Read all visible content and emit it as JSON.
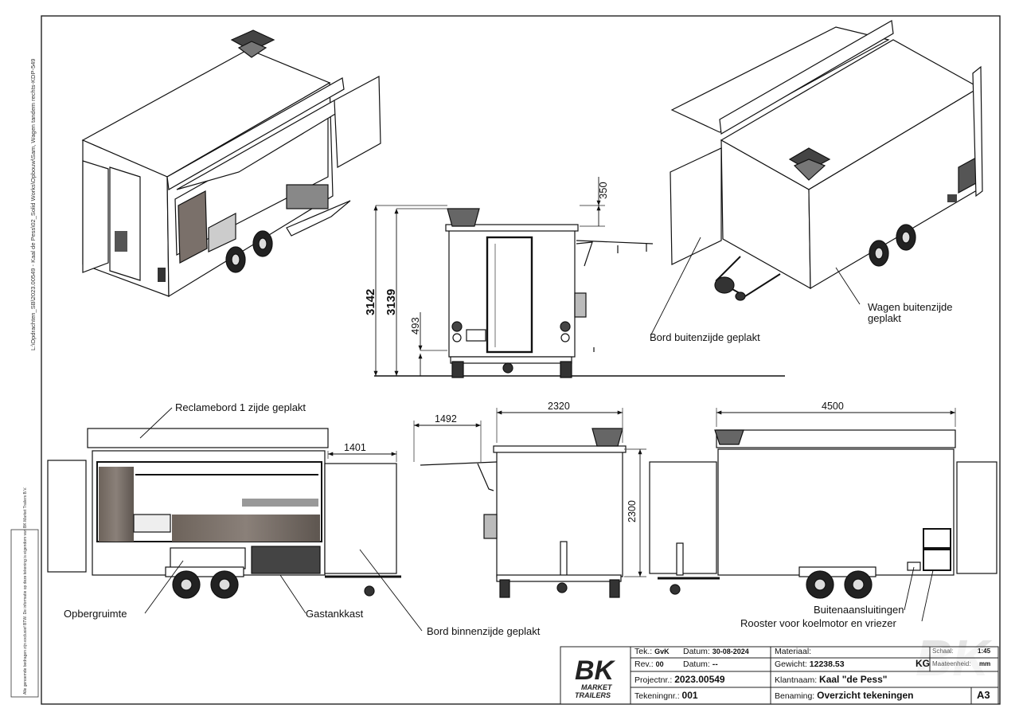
{
  "side_note": "L:\\Opdrachten_SB\\2023.00549 - Kaal de Pess\\02_Solid Works\\Opbouw\\Sam, Wagen tandem rechts-KDP-549",
  "disclaimer": "Alle genoemde bedragen zijn exclusief BTW. De informatie op deze tekening is eigendom van BK Market Trailers B.V.",
  "dimensions": {
    "d350": "350",
    "d3142": "3142",
    "d3139": "3139",
    "d493": "493",
    "d1401": "1401",
    "d1492": "1492",
    "d2320": "2320",
    "d2300": "2300",
    "d4500": "4500"
  },
  "callouts": {
    "reclamebord": "Reclamebord 1 zijde geplakt",
    "opbergruimte": "Opbergruimte",
    "gastankkast": "Gastankkast",
    "bord_binnen": "Bord binnenzijde geplakt",
    "bord_buiten": "Bord buitenzijde geplakt",
    "wagen_buiten_1": "Wagen buitenzijde",
    "wagen_buiten_2": "geplakt",
    "buitenaansluitingen": "Buitenaansluitingen",
    "rooster": "Rooster voor koelmotor en vriezer"
  },
  "title_block": {
    "logo_letters": "BK",
    "logo_line1": "MARKET",
    "logo_line2": "TRAILERS",
    "tek_label": "Tek.:",
    "tek_value": "GvK",
    "datum1_label": "Datum:",
    "datum1_value": "30-08-2024",
    "rev_label": "Rev.:",
    "rev_value": "00",
    "datum2_label": "Datum:",
    "datum2_value": "--",
    "projectnr_label": "Projectnr.:",
    "projectnr_value": "2023.00549",
    "tekeningnr_label": "Tekeningnr.:",
    "tekeningnr_value": "001",
    "materiaal_label": "Materiaal:",
    "gewicht_label": "Gewicht:",
    "gewicht_value": "12238.53",
    "gewicht_unit": "KG",
    "klantnaam_label": "Klantnaam:",
    "klantnaam_value": "Kaal \"de Pess\"",
    "benaming_label": "Benaming:",
    "benaming_value": "Overzicht tekeningen",
    "schaal_label": "Schaal:",
    "schaal_value": "1:45",
    "maateenheid_label": "Maateenheid:",
    "maateenheid_value": "mm",
    "format": "A3"
  },
  "watermark": "BK"
}
